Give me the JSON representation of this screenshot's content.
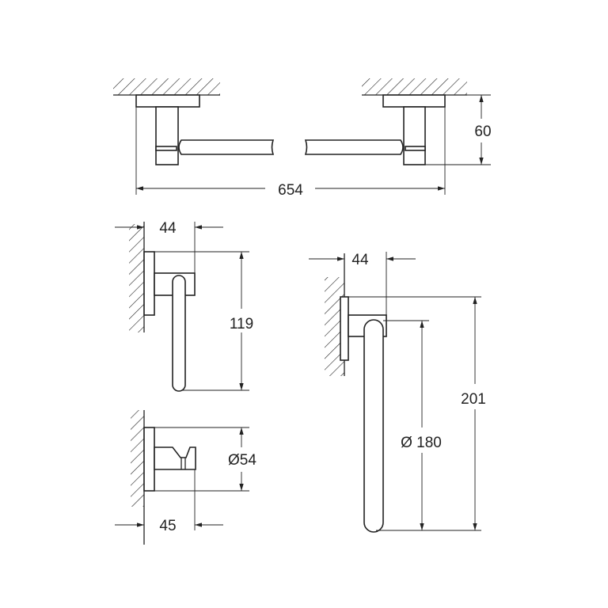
{
  "dimensions": {
    "towel_bar_width": "654",
    "towel_bar_projection": "60",
    "paper_holder_projection": "44",
    "paper_holder_height": "119",
    "hook_diameter": "Ø54",
    "hook_projection": "45",
    "towel_ring_projection": "44",
    "towel_ring_diameter": "Ø 180",
    "towel_ring_height": "201"
  }
}
